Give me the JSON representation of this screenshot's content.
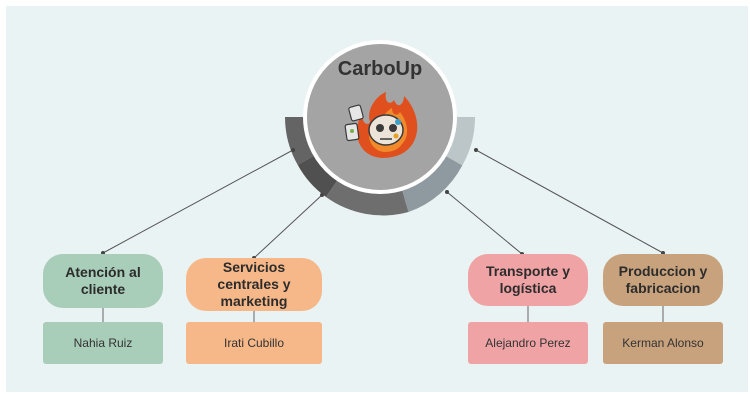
{
  "title": "CarboUp",
  "logo_icon": "burning-skull-logo",
  "colors": {
    "background": "#eaf3f3",
    "center_circle": "#a4a4a4",
    "green": "#a8cdb9",
    "orange": "#f7b889",
    "pink": "#f0a3a5",
    "brown": "#c8a27d",
    "connector": "#555555"
  },
  "departments": [
    {
      "label": "Atención al cliente",
      "person": "Nahia Ruiz"
    },
    {
      "label": "Servicios centrales y marketing",
      "person": "Irati Cubillo"
    },
    {
      "label": "Transporte y logística",
      "person": "Alejandro Perez"
    },
    {
      "label": "Produccion y fabricacion",
      "person": "Kerman Alonso"
    }
  ]
}
